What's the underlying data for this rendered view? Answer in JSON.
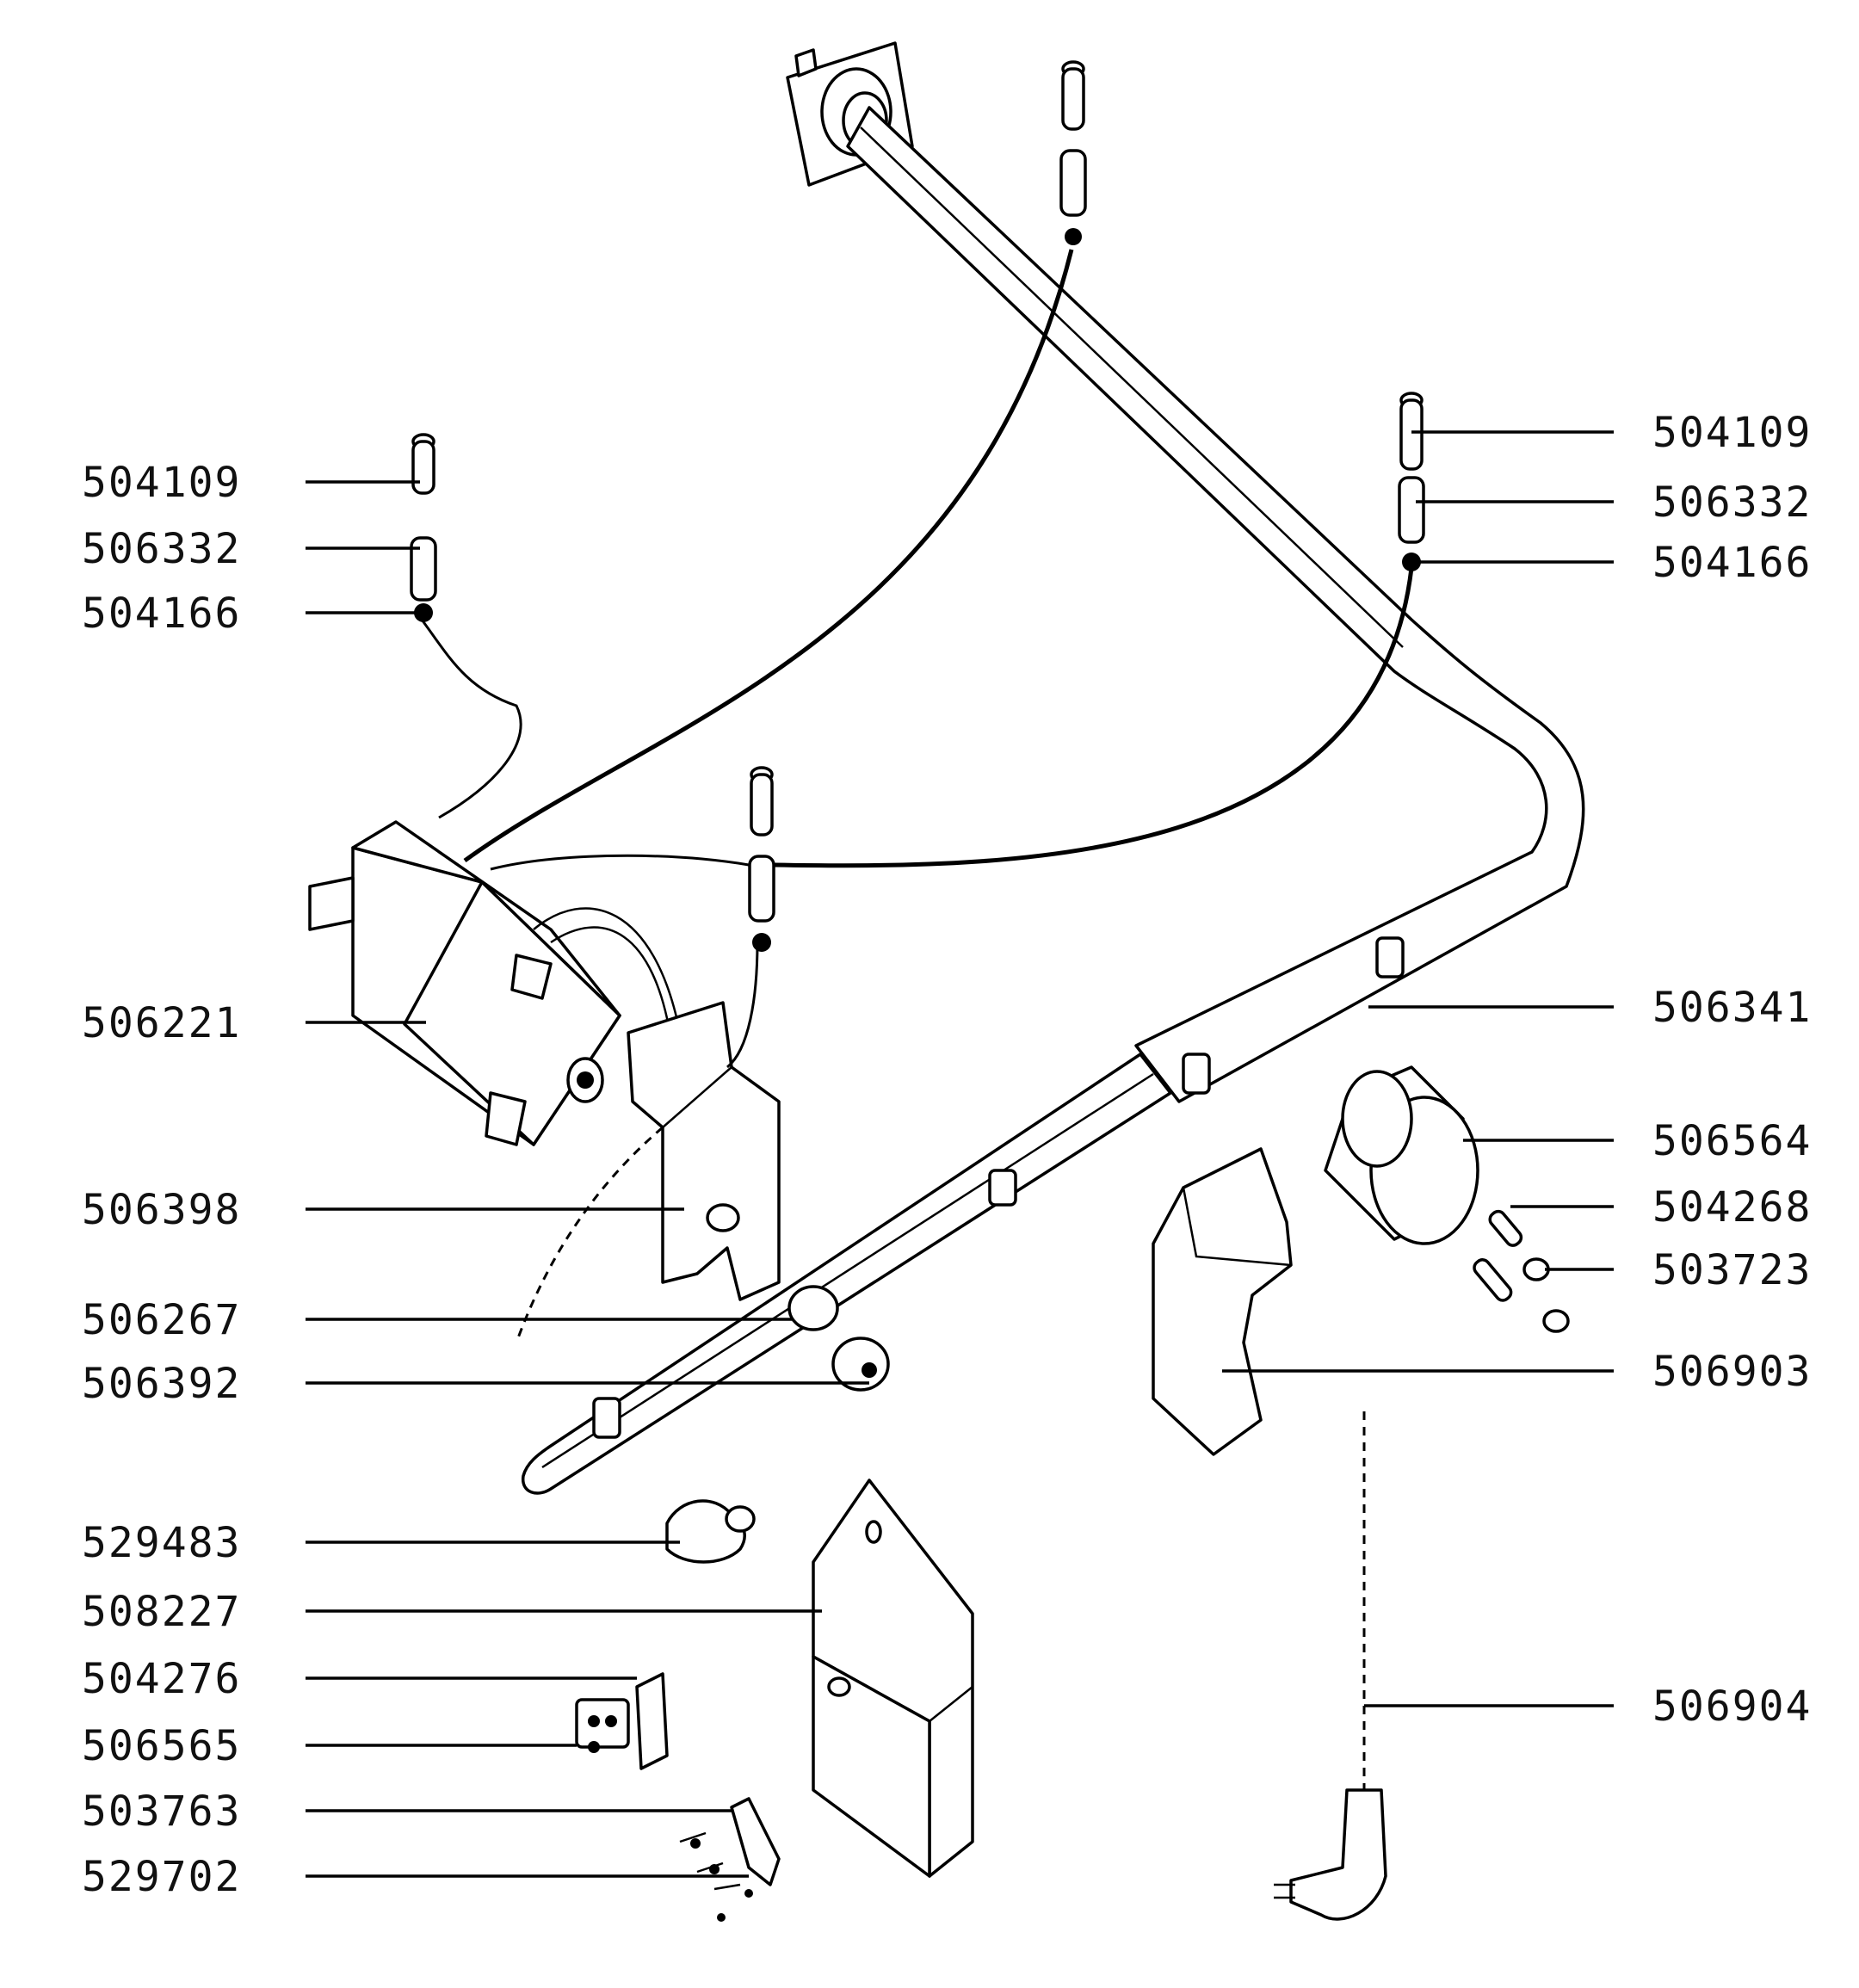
{
  "diagram": {
    "labels": {
      "left": [
        {
          "id": "504109",
          "y": 0
        },
        {
          "id": "506332",
          "y": 0
        },
        {
          "id": "504166",
          "y": 0
        },
        {
          "id": "506221",
          "y": 0
        },
        {
          "id": "506398",
          "y": 0
        },
        {
          "id": "506267",
          "y": 0
        },
        {
          "id": "506392",
          "y": 0
        },
        {
          "id": "529483",
          "y": 0
        },
        {
          "id": "508227",
          "y": 0
        },
        {
          "id": "504276",
          "y": 0
        },
        {
          "id": "506565",
          "y": 0
        },
        {
          "id": "503763",
          "y": 0
        },
        {
          "id": "529702",
          "y": 0
        }
      ],
      "right": [
        {
          "id": "504109",
          "y": 0
        },
        {
          "id": "506332",
          "y": 0
        },
        {
          "id": "504166",
          "y": 0
        },
        {
          "id": "506341",
          "y": 0
        },
        {
          "id": "506564",
          "y": 0
        },
        {
          "id": "504268",
          "y": 0
        },
        {
          "id": "503723",
          "y": 0
        },
        {
          "id": "506903",
          "y": 0
        },
        {
          "id": "506904",
          "y": 0
        }
      ]
    }
  }
}
